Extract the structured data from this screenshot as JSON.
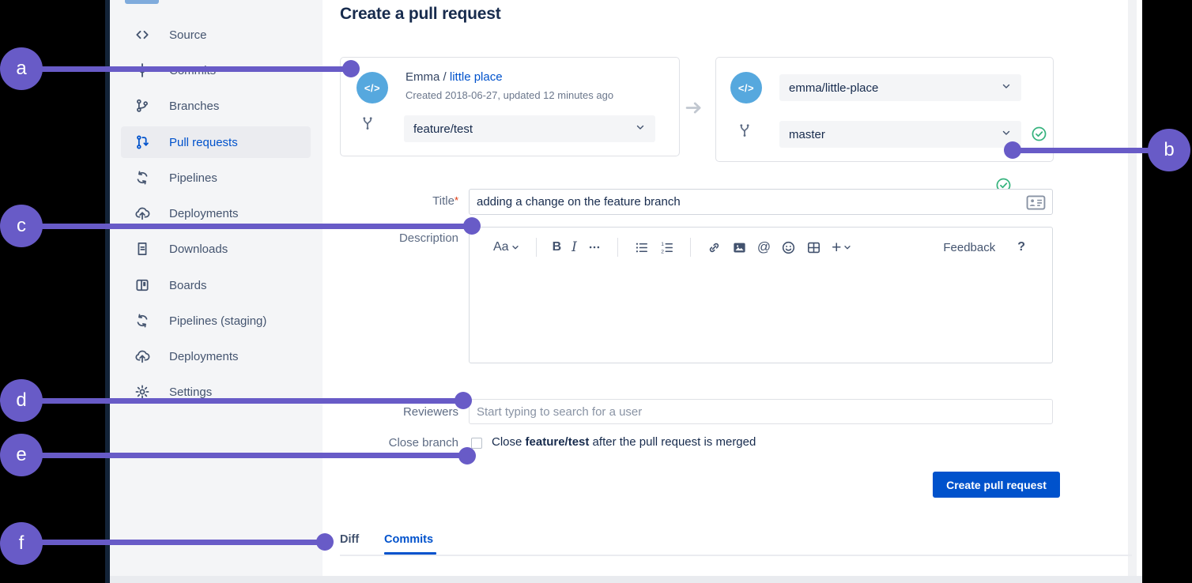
{
  "colors": {
    "accent_purple": "#685BC7",
    "link_blue": "#0052CC",
    "button_blue": "#0052CC",
    "success_green": "#36B37E",
    "avatar_blue": "#56A8DE",
    "sidebar_bg": "#F4F5F7"
  },
  "annotations": {
    "markers": [
      "a",
      "b",
      "c",
      "d",
      "e",
      "f"
    ]
  },
  "sidebar": {
    "items": [
      {
        "label": "Source",
        "icon": "code-icon"
      },
      {
        "label": "Commits",
        "icon": "commit-icon"
      },
      {
        "label": "Branches",
        "icon": "branch-icon"
      },
      {
        "label": "Pull requests",
        "icon": "pull-request-icon",
        "active": true
      },
      {
        "label": "Pipelines",
        "icon": "pipelines-icon"
      },
      {
        "label": "Deployments",
        "icon": "cloud-upload-icon"
      },
      {
        "label": "Downloads",
        "icon": "document-icon"
      },
      {
        "label": "Boards",
        "icon": "board-icon"
      },
      {
        "label": "Pipelines (staging)",
        "icon": "pipelines-icon"
      },
      {
        "label": "Deployments",
        "icon": "cloud-upload-icon"
      },
      {
        "label": "Settings",
        "icon": "gear-icon"
      }
    ]
  },
  "header": {
    "title": "Create a pull request"
  },
  "source_card": {
    "avatar_glyph": "</>",
    "repo_owner": "Emma /",
    "repo_name": "little place",
    "meta": "Created 2018-06-27, updated 12 minutes ago",
    "branch": "feature/test"
  },
  "destination_card": {
    "avatar_glyph": "</>",
    "repo": "emma/little-place",
    "branch": "master"
  },
  "form": {
    "title_label": "Title",
    "required_mark": "*",
    "title_value": "adding a change on the feature branch",
    "description_label": "Description",
    "editor": {
      "text_style_label": "Aa",
      "bold_label": "B",
      "italic_label": "I",
      "mention_label": "@",
      "insert_label": "+",
      "feedback_label": "Feedback",
      "help_label": "?",
      "icons": [
        "text-style-icon",
        "bold-icon",
        "italic-icon",
        "more-formatting-icon",
        "bullet-list-icon",
        "numbered-list-icon",
        "link-icon",
        "image-icon",
        "mention-icon",
        "emoji-icon",
        "table-icon",
        "insert-more-icon"
      ]
    },
    "reviewers_label": "Reviewers",
    "reviewers_placeholder": "Start typing to search for a user",
    "close_branch_label": "Close branch",
    "close_text_pre": "Close ",
    "close_branch_name": "feature/test",
    "close_text_post": " after the pull request is merged",
    "submit_label": "Create pull request"
  },
  "tabs": [
    {
      "label": "Diff"
    },
    {
      "label": "Commits",
      "active": true
    }
  ]
}
